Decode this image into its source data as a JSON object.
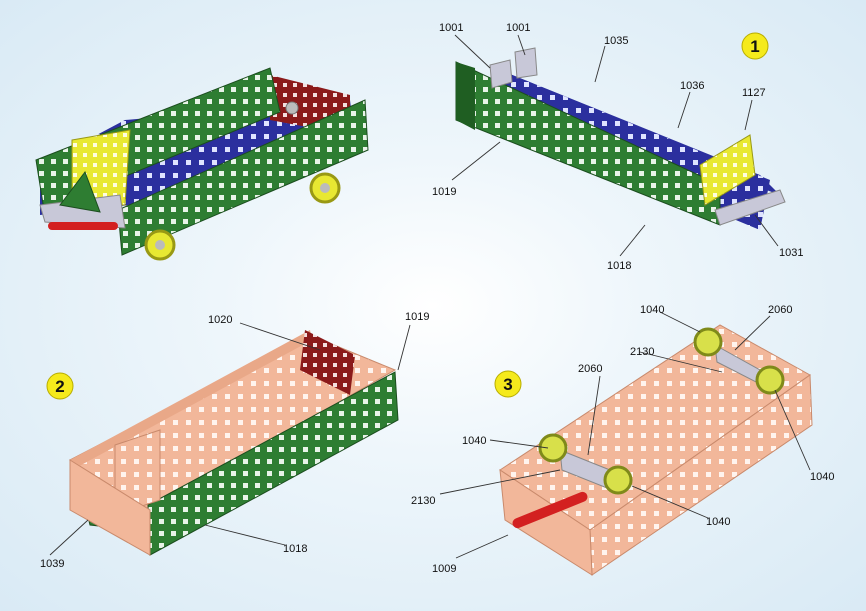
{
  "steps": {
    "one": "1",
    "two": "2",
    "three": "3"
  },
  "parts": {
    "p1001a": "1001",
    "p1001b": "1001",
    "p1035": "1035",
    "p1036": "1036",
    "p1127": "1127",
    "p1019_s1": "1019",
    "p1018_s1": "1018",
    "p1031": "1031",
    "p1020": "1020",
    "p1019_s2": "1019",
    "p1018_s2": "1018",
    "p1039": "1039",
    "p1040_tl": "1040",
    "p2060_r": "2060",
    "p2130_top": "2130",
    "p2060_l": "2060",
    "p1040_l": "1040",
    "p1040_r": "1040",
    "p2130_bot": "2130",
    "p1040_b": "1040",
    "p1009": "1009"
  },
  "colors": {
    "green": "#2e7d32",
    "navy": "#2b2f9e",
    "maroon": "#8b1a1a",
    "yellow": "#e8e832",
    "salmon": "#f2b79a",
    "red": "#d32020",
    "silver": "#c8c8d8"
  }
}
